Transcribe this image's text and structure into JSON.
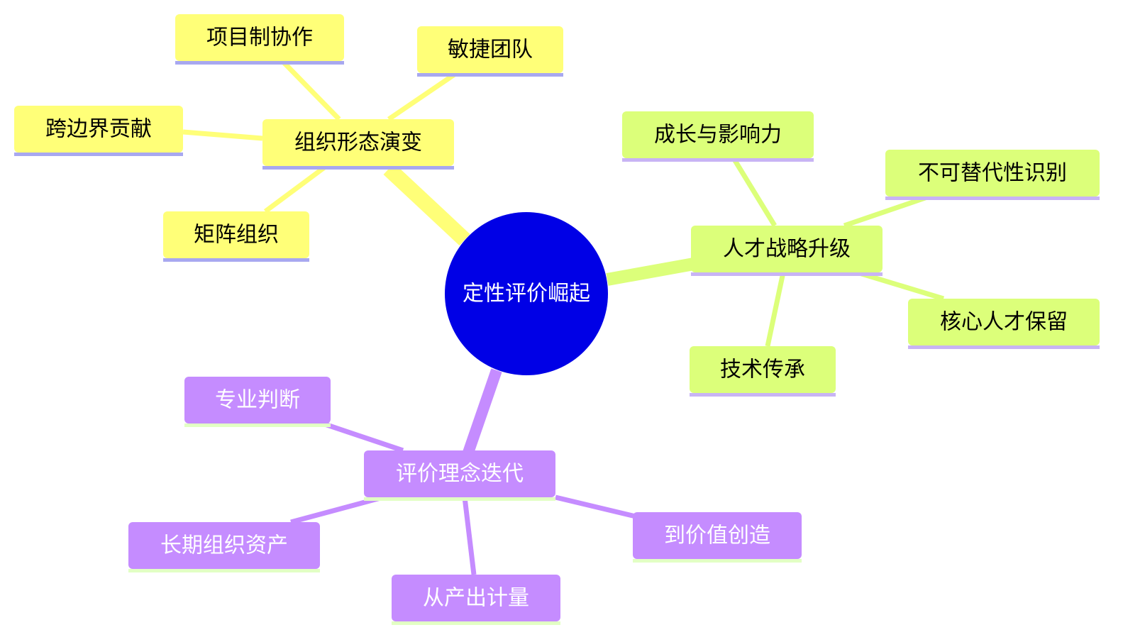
{
  "colors": {
    "root_fill": "#0000e6",
    "root_text": "#ffffff",
    "yellow_fill": "#ffff78",
    "yellow_edge": "#ffff78",
    "yellow_underline": "#a8a8f0",
    "green_fill": "#dcff7a",
    "green_edge": "#dcff7a",
    "green_underline": "#c8b4f4",
    "purple_fill": "#c58cff",
    "purple_edge": "#c58cff",
    "purple_underline": "#e2ffc4",
    "dark_text": "#000000",
    "light_text": "#ffffff"
  },
  "root": {
    "label": "定性评价崛起"
  },
  "branches": [
    {
      "label": "组织形态演变",
      "theme": "yellow",
      "children": [
        {
          "label": "项目制协作"
        },
        {
          "label": "敏捷团队"
        },
        {
          "label": "跨边界贡献"
        },
        {
          "label": "矩阵组织"
        }
      ]
    },
    {
      "label": "人才战略升级",
      "theme": "green",
      "children": [
        {
          "label": "成长与影响力"
        },
        {
          "label": "不可替代性识别"
        },
        {
          "label": "核心人才保留"
        },
        {
          "label": "技术传承"
        }
      ]
    },
    {
      "label": "评价理念迭代",
      "theme": "purple",
      "children": [
        {
          "label": "专业判断"
        },
        {
          "label": "长期组织资产"
        },
        {
          "label": "从产出计量"
        },
        {
          "label": "到价值创造"
        }
      ]
    }
  ]
}
